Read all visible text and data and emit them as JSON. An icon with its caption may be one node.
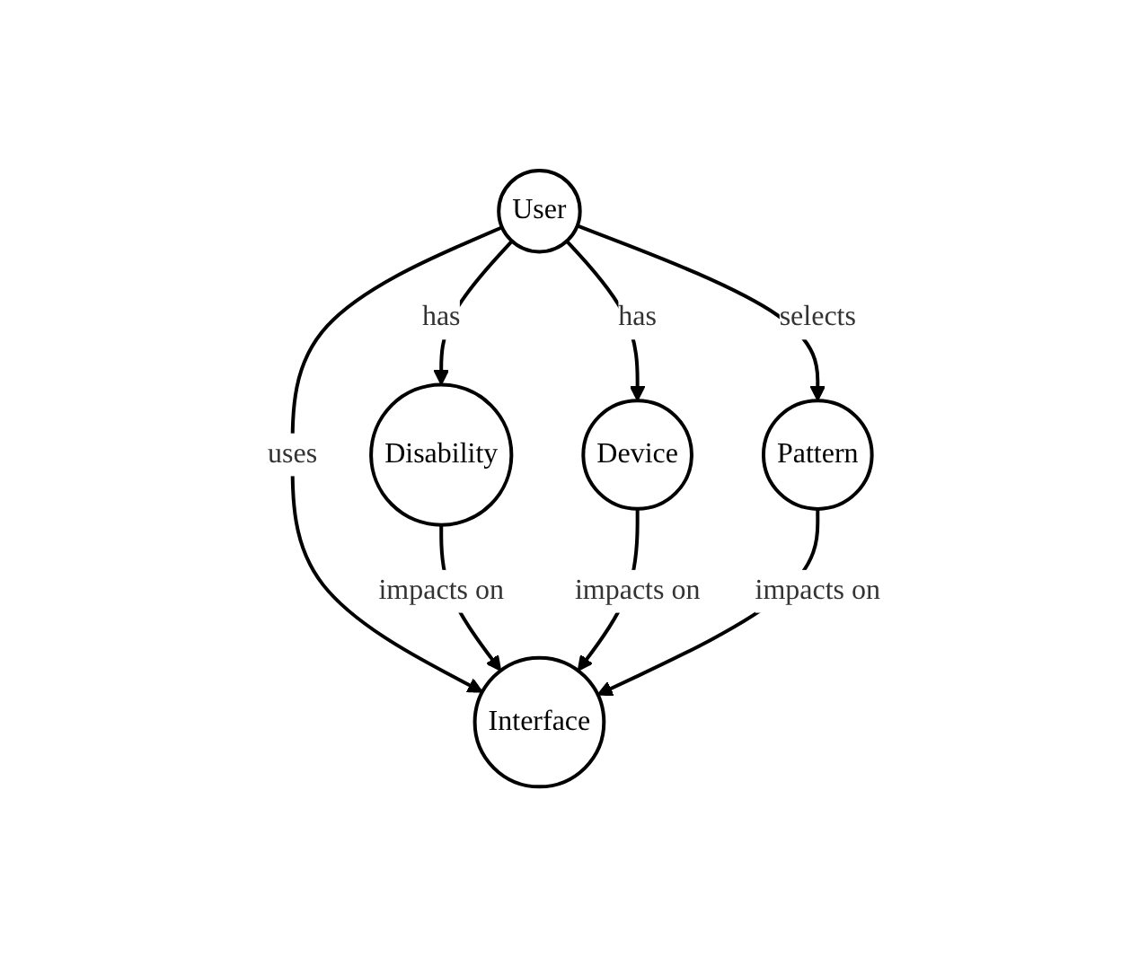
{
  "diagram": {
    "nodes": [
      {
        "text": [
          "Disability"
        ]
      },
      {
        "text": [
          "User"
        ]
      },
      {
        "text": [
          "Device"
        ]
      },
      {
        "text": [
          "Pattern"
        ]
      },
      {
        "text": [
          "Interface"
        ]
      }
    ],
    "edges": [
      {
        "from": 1,
        "to": 0,
        "arrow": "to",
        "label": "has"
      },
      {
        "from": 1,
        "to": 2,
        "arrow": "to",
        "label": "has"
      },
      {
        "from": 1,
        "to": 4,
        "arrow": "to",
        "label": "uses"
      },
      {
        "from": 1,
        "to": 3,
        "arrow": "to",
        "label": "selects"
      },
      {
        "from": 0,
        "to": 4,
        "arrow": "to",
        "label": "impacts on"
      },
      {
        "from": 2,
        "to": 4,
        "arrow": "to",
        "label": "impacts on"
      },
      {
        "from": 3,
        "to": 4,
        "arrow": "to",
        "label": "impacts on"
      }
    ]
  }
}
